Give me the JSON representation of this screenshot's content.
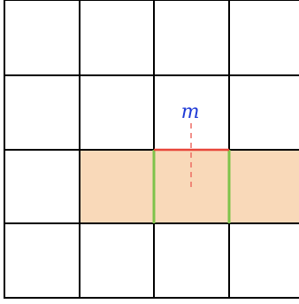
{
  "diagram": {
    "label": "m",
    "colors": {
      "background": "#ffffff",
      "grid_line": "#000000",
      "highlight_fill": "#f9d9b9",
      "green_segment": "#7ec34a",
      "red_segment": "#e8463a",
      "dashed_line": "#ee6c63",
      "label": "#1f3ad6"
    },
    "grid": {
      "rows": 4,
      "columns": 4,
      "open_right_edge": true
    },
    "highlight": {
      "row": 3,
      "from_column": 2,
      "to_column": 4
    }
  }
}
